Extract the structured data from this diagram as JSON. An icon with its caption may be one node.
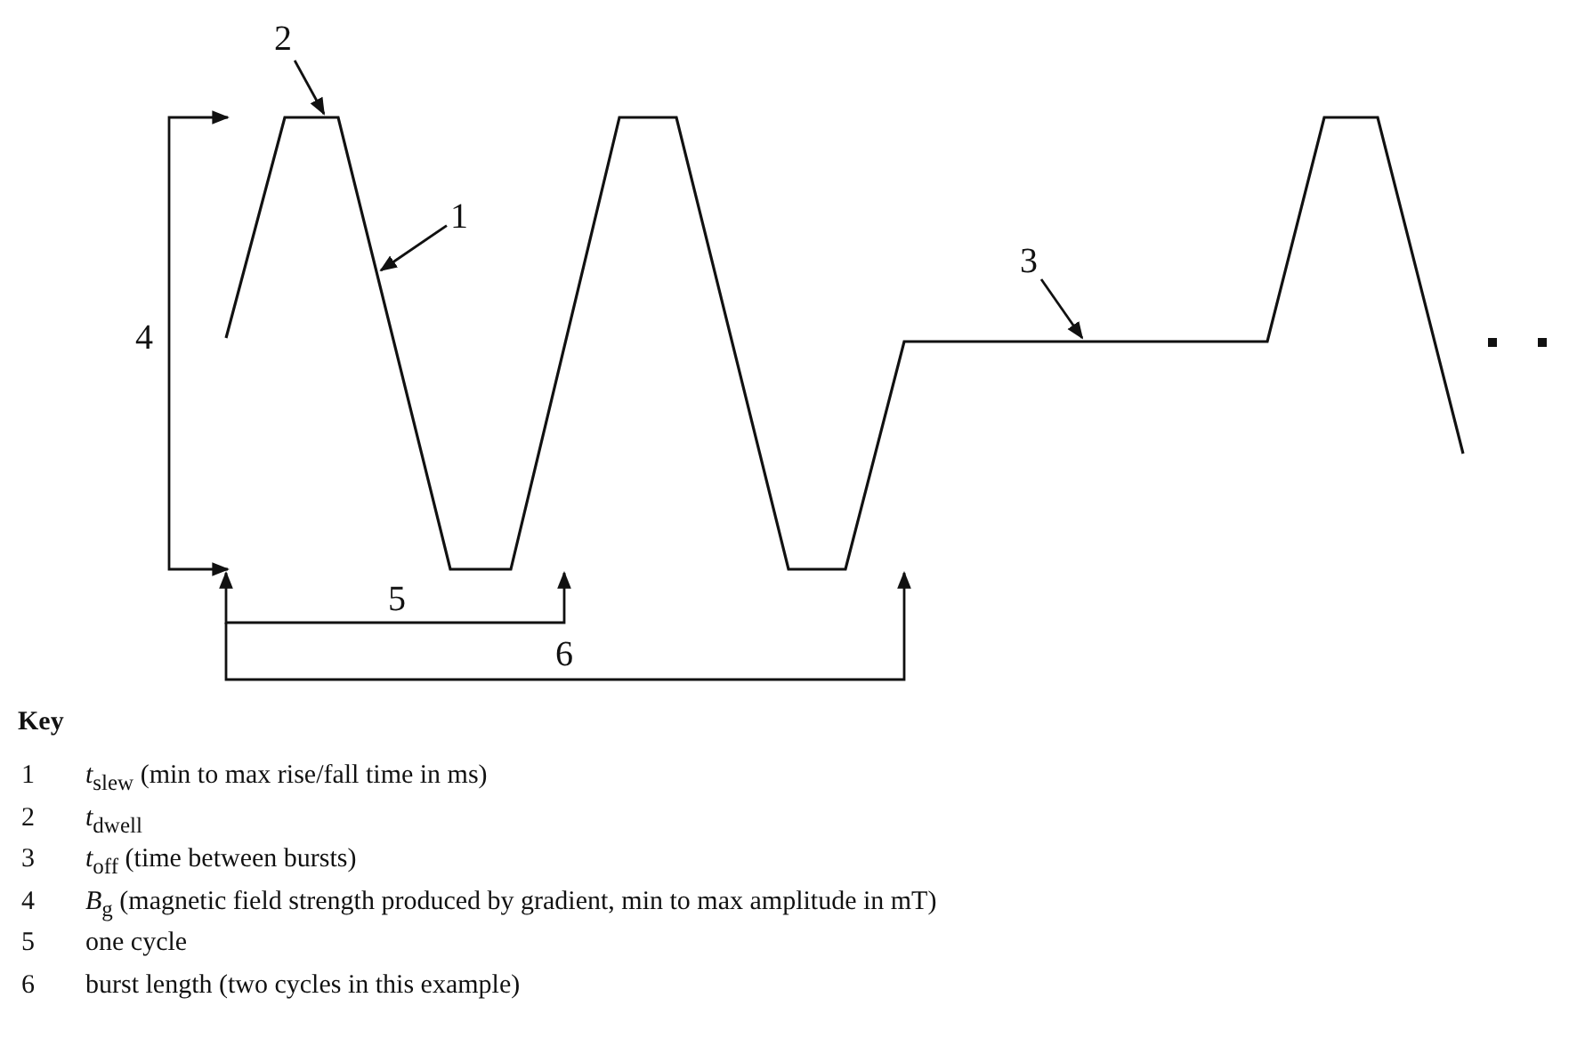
{
  "diagram": {
    "nodes": [
      {
        "text": [
          "2"
        ]
      },
      {
        "text": [
          "1"
        ]
      },
      {
        "text": [
          "3"
        ]
      }
    ],
    "edges": [
      {
        "from": 0,
        "to": null,
        "arrow": "to"
      },
      {
        "from": 1,
        "to": null,
        "arrow": "to"
      },
      {
        "from": 2,
        "to": null,
        "arrow": "to"
      }
    ],
    "labels": [
      "4",
      "5",
      "6",
      "Key",
      "1",
      "*t*$_{slew}$ (min to max rise/fall time in ms)",
      "2",
      "*t*$_{dwell}$",
      "3",
      "*t*$_{off}$ (time between bursts)",
      "4",
      "*B*$_{g}$ (magnetic field strength produced by gradient, min to max amplitude in mT)",
      "5",
      "one cycle",
      "6",
      "burst length (two cycles in this example)"
    ]
  }
}
